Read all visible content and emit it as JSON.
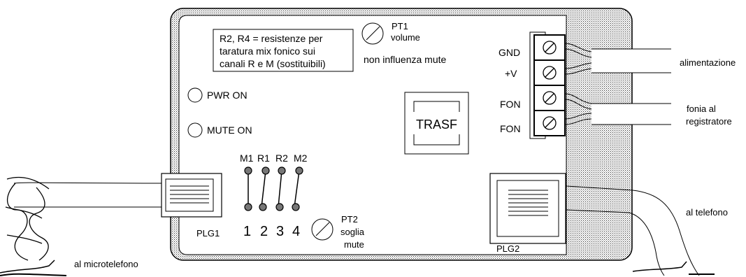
{
  "note": {
    "line1": "R2, R4 = resistenze per",
    "line2": "taratura mix fonico sui",
    "line3": "canali R e M (sostituibili)"
  },
  "pt1": {
    "label": "PT1",
    "sub": "volume",
    "note": "non influenza mute"
  },
  "pt2": {
    "label": "PT2",
    "sub1": "soglia",
    "sub2": "mute"
  },
  "leds": {
    "pwr": "PWR ON",
    "mute": "MUTE ON"
  },
  "transformer": "TRASF",
  "terminals": {
    "t1": "GND",
    "t2": "+V",
    "t3": "FON",
    "t4": "FON"
  },
  "jumpers": {
    "top": [
      "M1",
      "R1",
      "R2",
      "M2"
    ],
    "bottom": [
      "1",
      "2",
      "3",
      "4"
    ]
  },
  "plugs": {
    "plg1": "PLG1",
    "plg2": "PLG2"
  },
  "cables": {
    "power": "alimentazione",
    "recorder1": "fonia al",
    "recorder2": "registratore",
    "phone": "al telefono",
    "handset": "al microtelefono"
  },
  "colors": {
    "line": "#000000",
    "background": "#ffffff",
    "hatch": "#888888"
  }
}
